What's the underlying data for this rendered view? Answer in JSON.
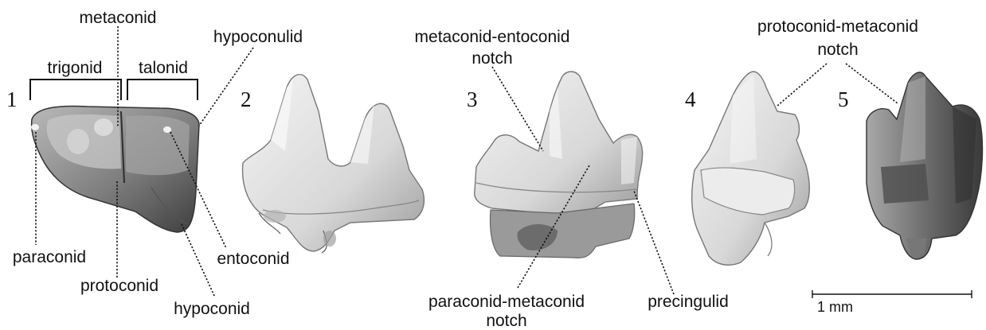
{
  "panel_numbers": [
    "1",
    "2",
    "3",
    "4",
    "5"
  ],
  "labels": {
    "metaconid": "metaconid",
    "trigonid": "trigonid",
    "talonid": "talonid",
    "hypoconulid": "hypoconulid",
    "paraconid": "paraconid",
    "protoconid": "protoconid",
    "entoconid": "entoconid",
    "hypoconid": "hypoconid",
    "metaconid_entoconid_notch_line1": "metaconid-entoconid",
    "metaconid_entoconid_notch_line2": "notch",
    "protoconid_metaconid_notch_line1": "protoconid-metaconid",
    "protoconid_metaconid_notch_line2": "notch",
    "paraconid_metaconid_notch_line1": "paraconid-metaconid",
    "paraconid_metaconid_notch_line2": "notch",
    "precingulid": "precingulid"
  },
  "scale_bar": {
    "label": "1 mm"
  },
  "colors": {
    "tooth_dark": "#8a8a8a",
    "tooth_light": "#e6e6e6",
    "ink": "#111111"
  }
}
